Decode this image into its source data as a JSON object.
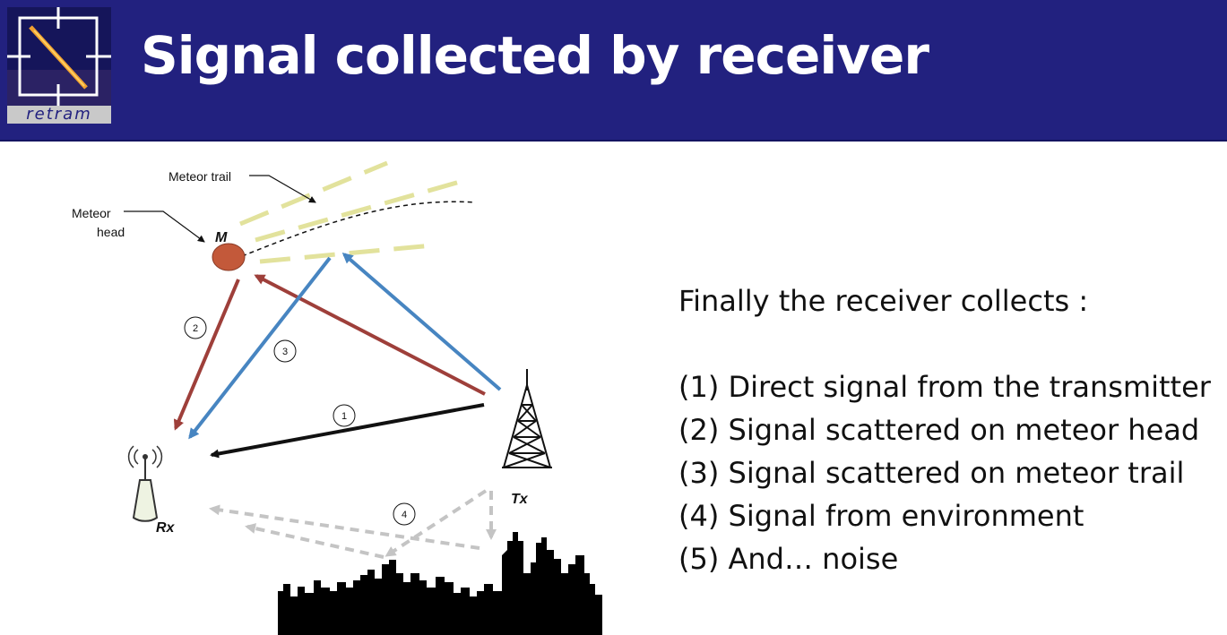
{
  "header": {
    "title": "Signal collected by receiver",
    "logo_text": "retram",
    "background": "#22217f"
  },
  "diagram": {
    "labels": {
      "meteor_trail": "Meteor trail",
      "meteor_head_line1": "Meteor",
      "meteor_head_line2": "head",
      "meteor": "M",
      "transmitter": "Tx",
      "receiver": "Rx"
    },
    "path_numbers": [
      "1",
      "2",
      "3",
      "4"
    ],
    "colors": {
      "direct": "#111111",
      "head_scatter": "#9e3f3a",
      "trail_scatter": "#4785c1",
      "environment": "#c4c4c4",
      "trail": "#e2e29c",
      "meteor": "#c3593a"
    }
  },
  "content": {
    "intro": "Finally the receiver collects :",
    "items": [
      "(1) Direct signal from the transmitter",
      "(2) Signal scattered on meteor head",
      "(3) Signal scattered on meteor trail",
      "(4) Signal from environment",
      "(5) And… noise"
    ]
  }
}
